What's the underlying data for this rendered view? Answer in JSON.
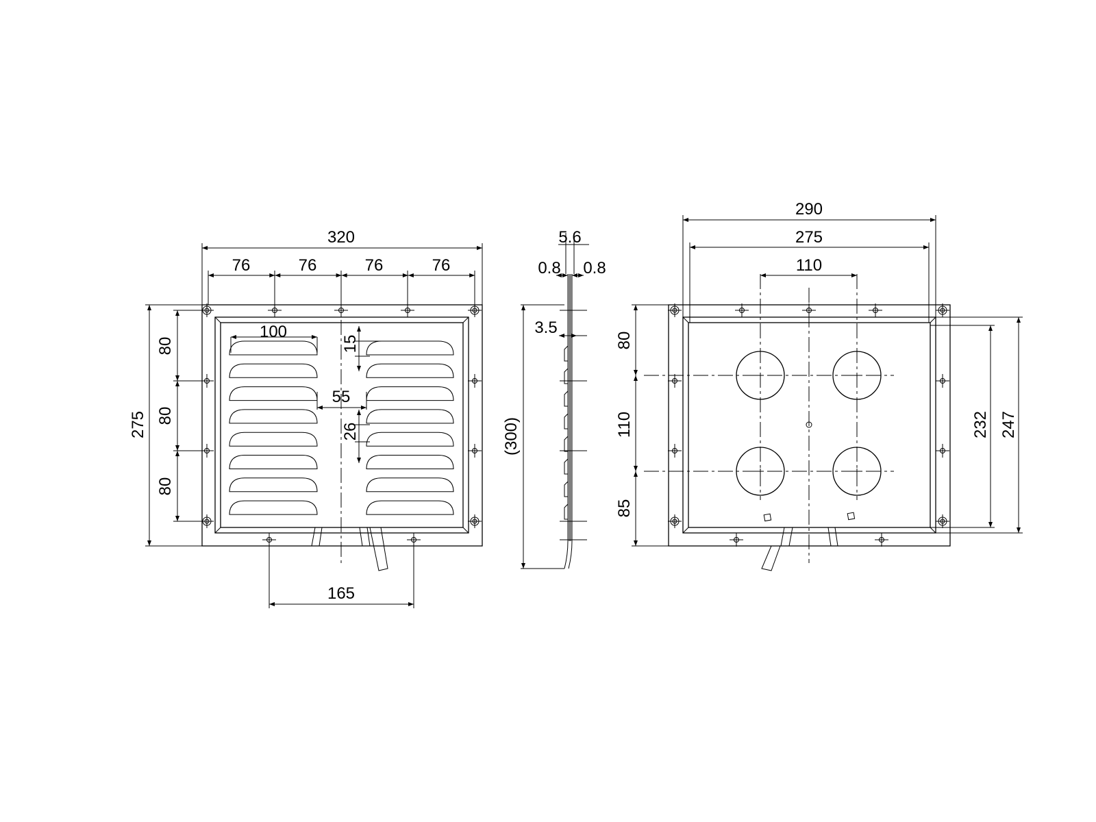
{
  "front_view": {
    "width_overall": "320",
    "hole_pitch": [
      "76",
      "76",
      "76",
      "76"
    ],
    "height_overall": "275",
    "vertical_pitch": [
      "80",
      "80",
      "80"
    ],
    "bottom_hole_pitch": "165",
    "louver_length": "100",
    "louver_offset": "15",
    "louver_gap": "55",
    "louver_pitch": "26"
  },
  "side_view": {
    "thickness": "5.6",
    "sheet_left": "0.8",
    "sheet_right": "0.8",
    "louver_depth": "3.5",
    "length_ref": "(300)"
  },
  "rear_view": {
    "width_outer": "290",
    "width_inner": "275",
    "fan_pitch_h": "110",
    "v_top": "80",
    "v_mid": "110",
    "v_bottom": "85",
    "height_inner": "232",
    "height_outer": "247"
  }
}
